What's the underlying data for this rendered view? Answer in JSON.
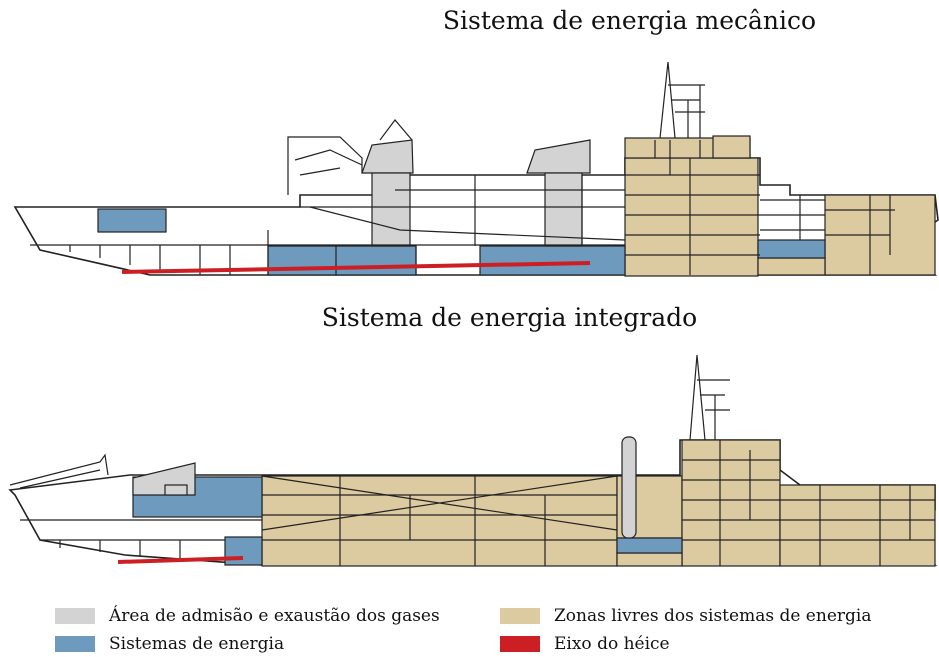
{
  "titles": {
    "top": "Sistema de energia mecânico",
    "bottom": "Sistema de energia integrado"
  },
  "colors": {
    "intake": "#d3d3d3",
    "power": "#6e9bbd",
    "free": "#dccaa0",
    "shaft": "#cc1f24",
    "outline": "#222222"
  },
  "legend": [
    {
      "label": "Área de admisão e exaustão dos gases",
      "color_key": "intake"
    },
    {
      "label": "Zonas livres dos sistemas de energia",
      "color_key": "free"
    },
    {
      "label": "Sistemas de energia",
      "color_key": "power"
    },
    {
      "label": "Eixo do héice",
      "color_key": "shaft"
    }
  ]
}
